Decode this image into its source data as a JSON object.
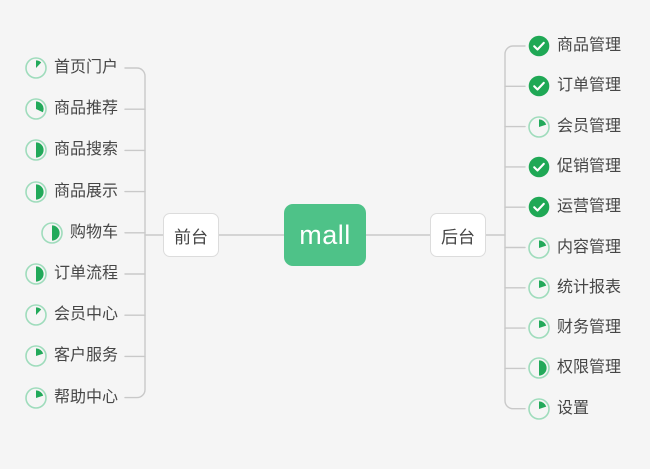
{
  "theme": {
    "background": "#f5f5f5",
    "center_fill": "#4ec288",
    "center_text": "#ffffff",
    "node_fill": "#ffffff",
    "node_border": "#dcdcdc",
    "node_text": "#444444",
    "label_text": "#464646",
    "wire": "#c9c9c9",
    "done_green": "#1fa855",
    "ring_track": "#9fdcbc",
    "ring_fill": "#22a95a"
  },
  "center": {
    "label": "mall"
  },
  "branches": {
    "left": {
      "node_label": "前台",
      "items": [
        {
          "label": "首页门户",
          "icon": "pie-progress-icon",
          "percent": 12
        },
        {
          "label": "商品推荐",
          "icon": "pie-progress-icon",
          "percent": 32
        },
        {
          "label": "商品搜索",
          "icon": "pie-progress-icon",
          "percent": 50
        },
        {
          "label": "商品展示",
          "icon": "pie-progress-icon",
          "percent": 50
        },
        {
          "label": "购物车",
          "icon": "pie-progress-icon",
          "percent": 50
        },
        {
          "label": "订单流程",
          "icon": "pie-progress-icon",
          "percent": 50
        },
        {
          "label": "会员中心",
          "icon": "pie-progress-icon",
          "percent": 12
        },
        {
          "label": "客户服务",
          "icon": "pie-progress-icon",
          "percent": 20
        },
        {
          "label": "帮助中心",
          "icon": "pie-progress-icon",
          "percent": 20
        }
      ]
    },
    "right": {
      "node_label": "后台",
      "items": [
        {
          "label": "商品管理",
          "icon": "check-circle-icon",
          "percent": 100
        },
        {
          "label": "订单管理",
          "icon": "check-circle-icon",
          "percent": 100
        },
        {
          "label": "会员管理",
          "icon": "pie-progress-icon",
          "percent": 20
        },
        {
          "label": "促销管理",
          "icon": "check-circle-icon",
          "percent": 100
        },
        {
          "label": "运营管理",
          "icon": "check-circle-icon",
          "percent": 100
        },
        {
          "label": "内容管理",
          "icon": "pie-progress-icon",
          "percent": 20
        },
        {
          "label": "统计报表",
          "icon": "pie-progress-icon",
          "percent": 20
        },
        {
          "label": "财务管理",
          "icon": "pie-progress-icon",
          "percent": 20
        },
        {
          "label": "权限管理",
          "icon": "pie-progress-icon",
          "percent": 50
        },
        {
          "label": "设置",
          "icon": "pie-progress-icon",
          "percent": 20
        }
      ]
    }
  }
}
